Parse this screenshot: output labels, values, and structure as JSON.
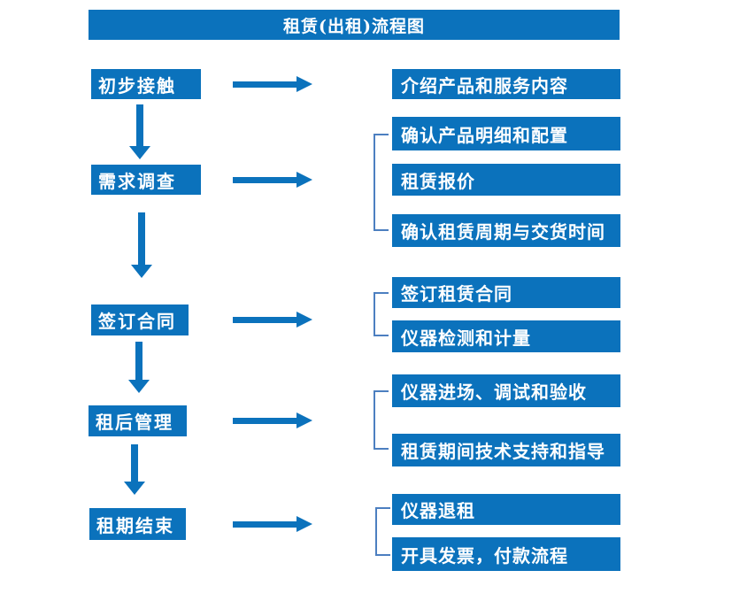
{
  "title": "租赁(出租)流程图",
  "colors": {
    "primary_blue": "#0B72BC",
    "bracket_blue": "#4C7FC0",
    "text_white": "#FFFFFF",
    "background": "#FFFFFF"
  },
  "flow": {
    "steps": [
      {
        "label": "初步接触",
        "details": [
          "介绍产品和服务内容"
        ]
      },
      {
        "label": "需求调查",
        "details": [
          "确认产品明细和配置",
          "租赁报价",
          "确认租赁周期与交货时间"
        ]
      },
      {
        "label": "签订合同",
        "details": [
          "签订租赁合同",
          "仪器检测和计量"
        ]
      },
      {
        "label": "租后管理",
        "details": [
          "仪器进场、调试和验收",
          "租赁期间技术支持和指导"
        ]
      },
      {
        "label": "租期结束",
        "details": [
          "仪器退租",
          "开具发票，付款流程"
        ]
      }
    ]
  }
}
